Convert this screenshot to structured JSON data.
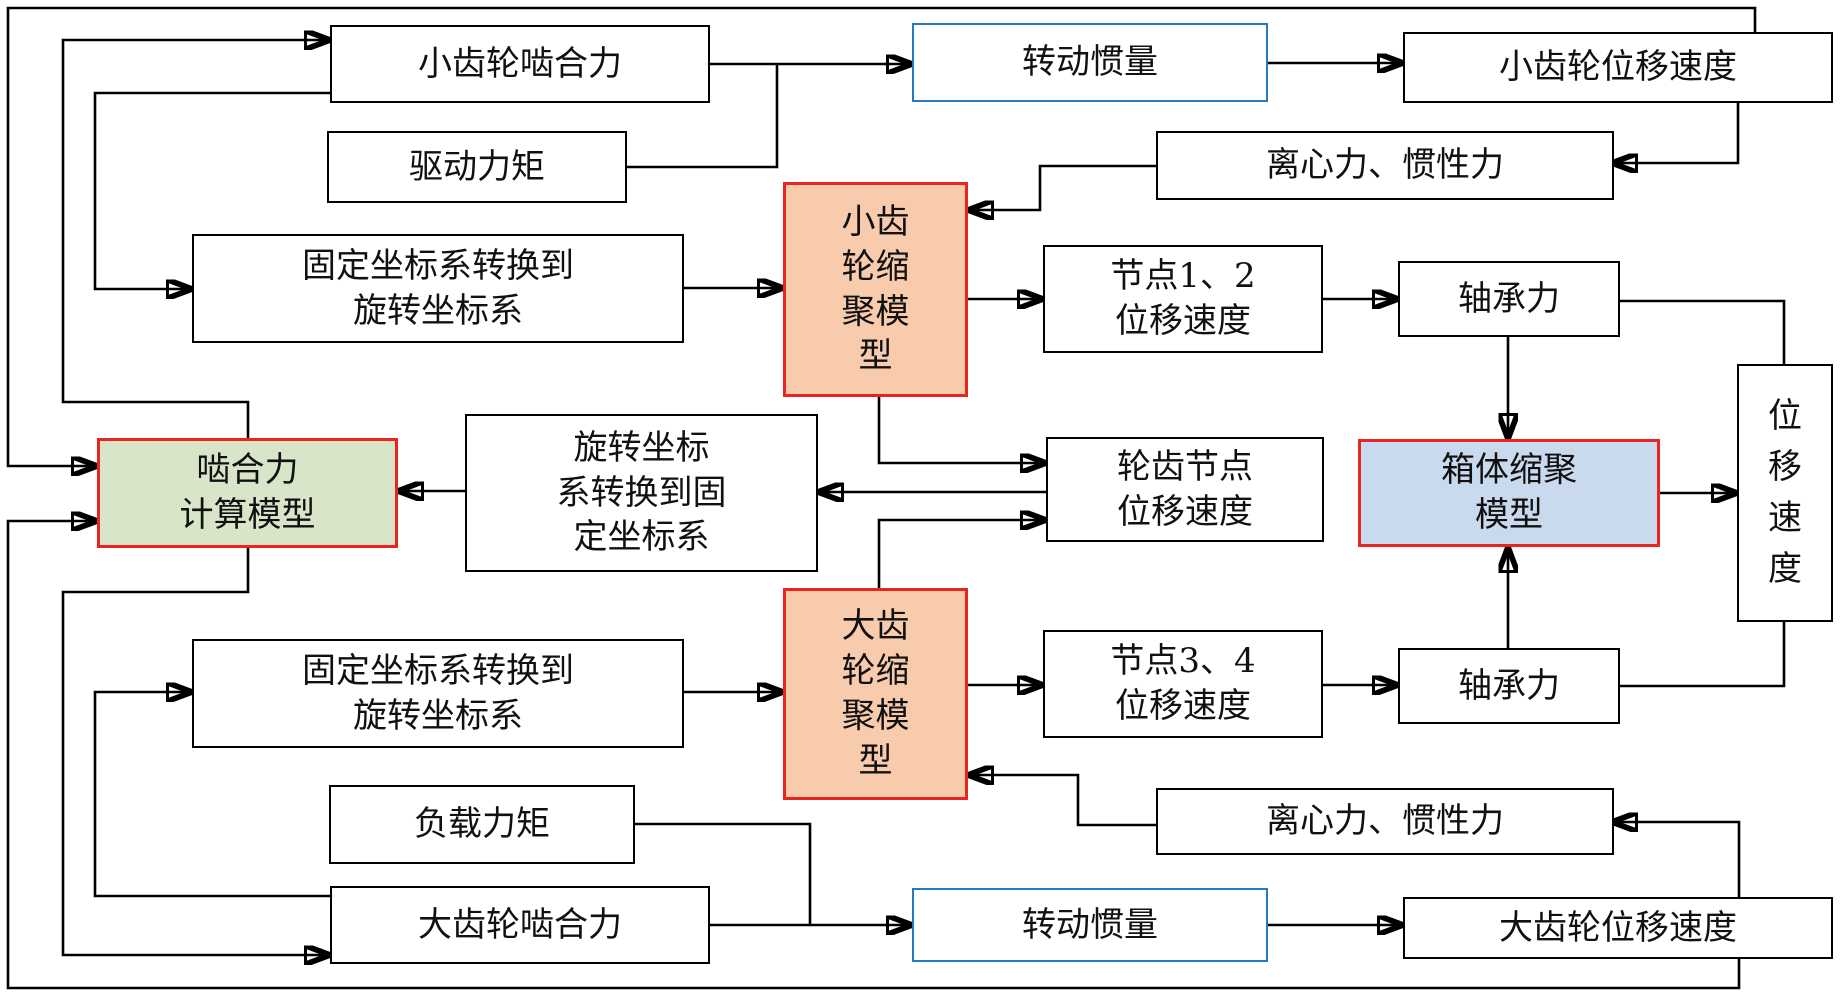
{
  "diagram": {
    "title": "齿轮系统动力学求解流程图",
    "colors": {
      "line": "#000000",
      "red_border": "#e8251f",
      "blue_border": "#2878be",
      "peach_fill": "#f8cbad",
      "green_fill": "#d9e5c8",
      "blue_fill": "#c9d9ee"
    },
    "nodes": {
      "pinion_mesh_force": {
        "label": "小齿轮啮合力"
      },
      "drive_torque": {
        "label": "驱动力矩"
      },
      "fixed_to_rot_top": {
        "label": "固定坐标系转换到\n旋转坐标系"
      },
      "inertia_top": {
        "label": "转动惯量"
      },
      "pinion_disp_vel": {
        "label": "小齿轮位移速度"
      },
      "centrifugal_top": {
        "label": "离心力、惯性力"
      },
      "pinion_condensed": {
        "label": "小齿\n轮缩\n聚模\n型"
      },
      "node12_disp_vel": {
        "label": "节点1、2\n位移速度"
      },
      "bearing_force_top": {
        "label": "轴承力"
      },
      "disp_vel": {
        "label": "位\n移\n速\n度"
      },
      "mesh_force_calc": {
        "label": "啮合力\n计算模型"
      },
      "rot_to_fixed": {
        "label": "旋转坐标\n系转换到固\n定坐标系"
      },
      "tooth_node_disp_vel": {
        "label": "轮齿节点\n位移速度"
      },
      "housing_condensed": {
        "label": "箱体缩聚\n模型"
      },
      "gear_condensed": {
        "label": "大齿\n轮缩\n聚模\n型"
      },
      "fixed_to_rot_bottom": {
        "label": "固定坐标系转换到\n旋转坐标系"
      },
      "node34_disp_vel": {
        "label": "节点3、4\n位移速度"
      },
      "bearing_force_bottom": {
        "label": "轴承力"
      },
      "load_torque": {
        "label": "负载力矩"
      },
      "centrifugal_bottom": {
        "label": "离心力、惯性力"
      },
      "gear_mesh_force": {
        "label": "大齿轮啮合力"
      },
      "inertia_bottom": {
        "label": "转动惯量"
      },
      "gear_disp_vel": {
        "label": "大齿轮位移速度"
      }
    }
  }
}
